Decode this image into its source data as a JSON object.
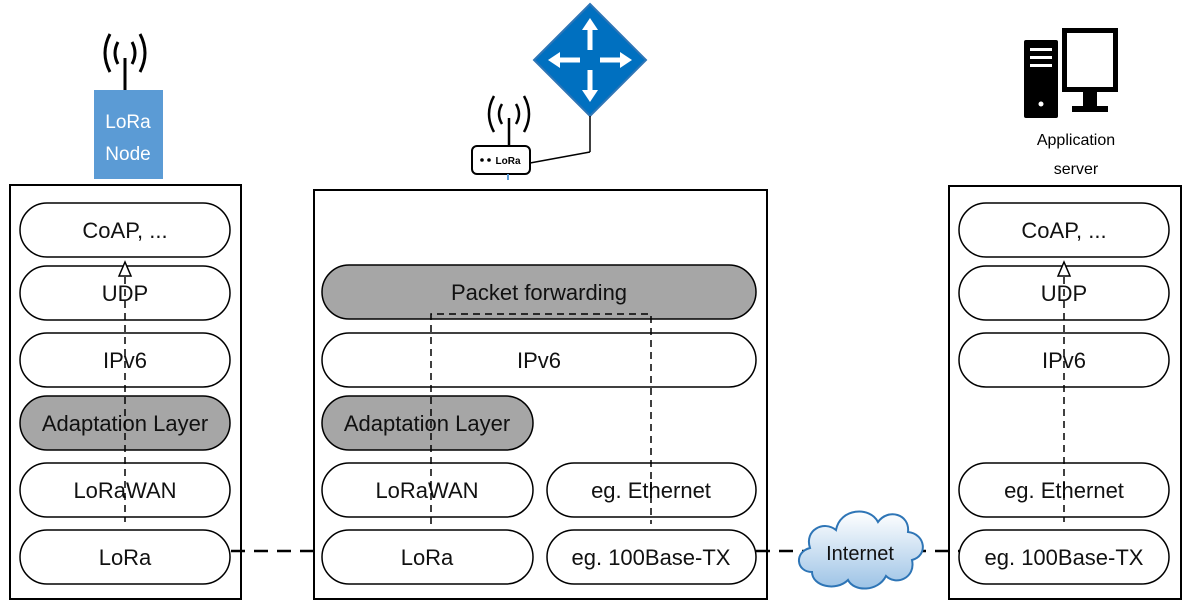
{
  "node": {
    "label_line1": "LoRa",
    "label_line2": "Node",
    "stack": {
      "app": "CoAP, ...",
      "udp": "UDP",
      "ipv6": "IPv6",
      "adaptation": "Adaptation Layer",
      "lorawan": "LoRaWAN",
      "lora": "LoRa"
    }
  },
  "gateway": {
    "device_label": "LoRa",
    "stack": {
      "packet_forwarding": "Packet forwarding",
      "ipv6": "IPv6",
      "adaptation": "Adaptation Layer",
      "lorawan": "LoRaWAN",
      "lora": "LoRa",
      "ethernet": "eg. Ethernet",
      "phy": "eg. 100Base-TX"
    }
  },
  "server": {
    "label_line1": "Application",
    "label_line2": "server",
    "stack": {
      "app": "CoAP, ...",
      "udp": "UDP",
      "ipv6": "IPv6",
      "ethernet": "eg. Ethernet",
      "phy": "eg. 100Base-TX"
    }
  },
  "cloud": {
    "label": "Internet"
  },
  "colors": {
    "node_box": "#5b9bd5",
    "router": "#0070c0",
    "gray_layer": "#a6a6a6",
    "cloud_fill": "#bdd7ee"
  }
}
